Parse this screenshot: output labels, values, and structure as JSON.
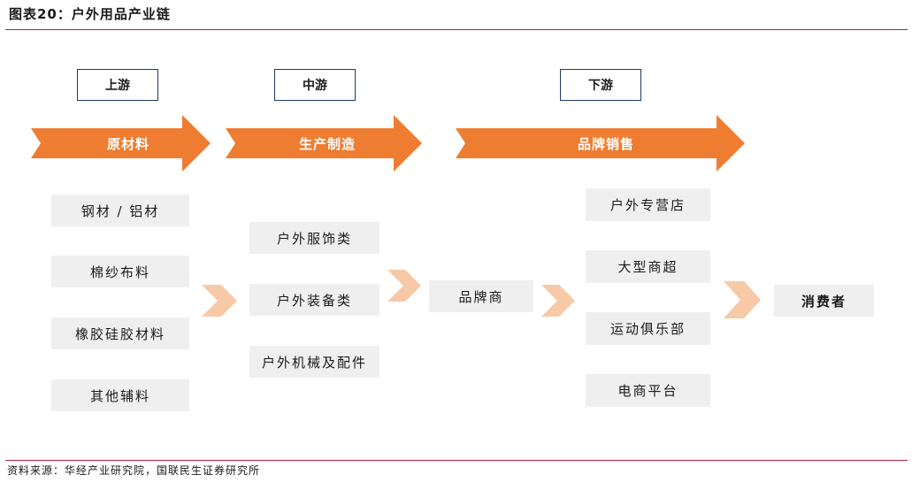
{
  "header": {
    "title": "图表20：户外用品产业链"
  },
  "stages": {
    "upstream": "上游",
    "midstream": "中游",
    "downstream": "下游"
  },
  "arrows": {
    "raw_materials": "原材料",
    "manufacturing": "生产制造",
    "brand_sales": "品牌销售"
  },
  "upstream_items": [
    "钢材 / 铝材",
    "棉纱布料",
    "橡胶硅胶材料",
    "其他辅料"
  ],
  "midstream_items": [
    "户外服饰类",
    "户外装备类",
    "户外机械及配件"
  ],
  "brand": "品牌商",
  "channels": [
    "户外专营店",
    "大型商超",
    "运动俱乐部",
    "电商平台"
  ],
  "consumer": "消费者",
  "footer": {
    "source": "资料来源：华经产业研究院，国联民生证券研究所"
  },
  "colors": {
    "arrow": "#ee7d31",
    "chevron": "#f8c9a6",
    "rule": "#b0203a",
    "box": "#efefef",
    "stage_border": "#1f3864"
  }
}
